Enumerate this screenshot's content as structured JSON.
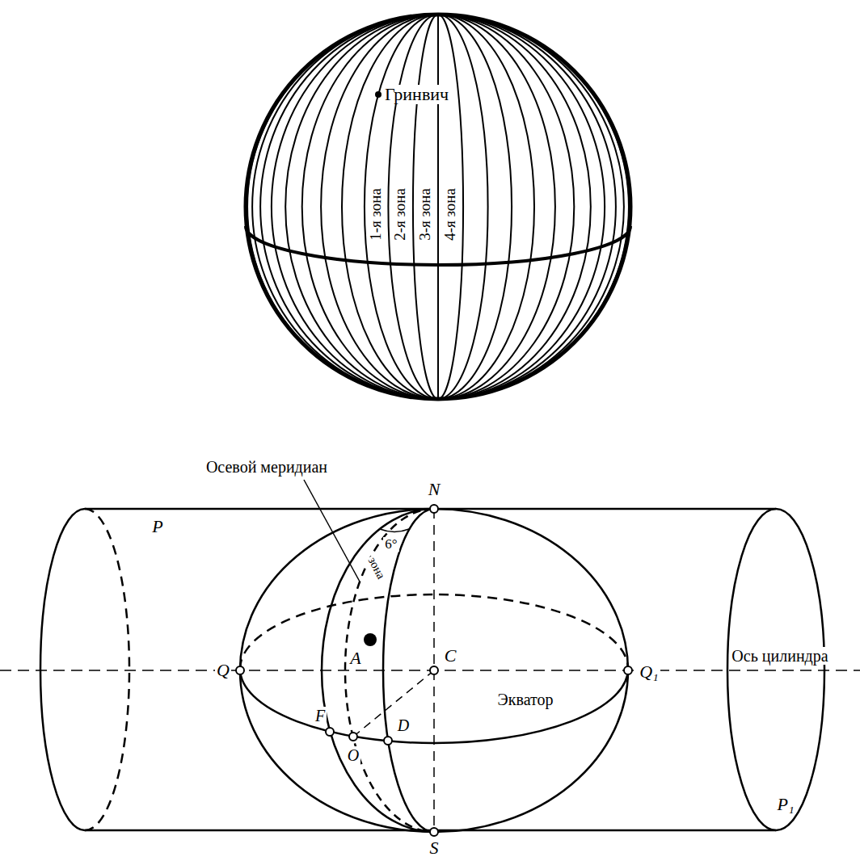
{
  "diagram": {
    "labels": [
      "Гринвич",
      "1-я зона",
      "2-я зона",
      "3-я зона",
      "4-я зона",
      "Осевой меридиан",
      "N",
      "6°",
      "зона",
      "P",
      "A",
      "Q",
      "C",
      "Q₁",
      "Ось цилиндра",
      "Экватор",
      "F",
      "O",
      "D",
      "P₁",
      "S"
    ]
  }
}
